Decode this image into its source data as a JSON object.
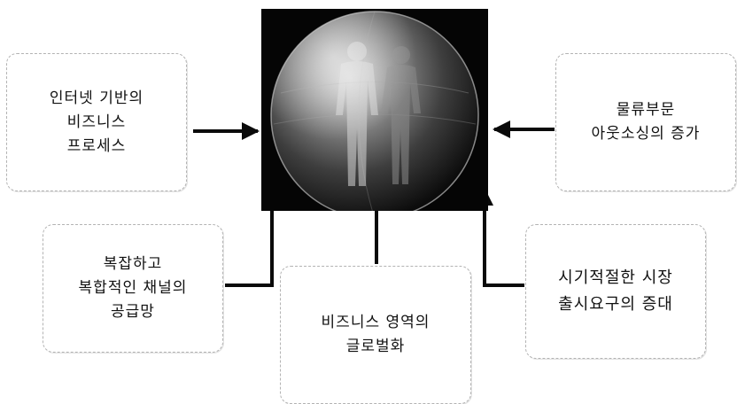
{
  "diagram": {
    "center": {
      "icon": "globe-with-people-icon"
    },
    "boxes": {
      "top_left": {
        "lines": [
          "인터넷 기반의",
          "비즈니스",
          "프로세스"
        ]
      },
      "top_right": {
        "lines": [
          "물류부문",
          "아웃소싱의 증가"
        ]
      },
      "middle_left": {
        "lines": [
          "복잡하고",
          "복합적인 채널의",
          "공급망"
        ]
      },
      "middle_right": {
        "lines": [
          "시기적절한 시장",
          "출시요구의 증대"
        ]
      },
      "bottom_center": {
        "lines": [
          "비즈니스 영역의",
          "글로벌화"
        ]
      }
    },
    "colors": {
      "arrow": "#0a0a0a",
      "frame": "#050505",
      "box_border": "#b3b3b3"
    }
  }
}
